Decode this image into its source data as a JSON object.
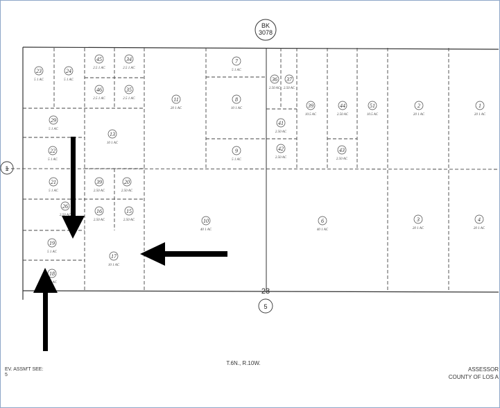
{
  "book": {
    "label": "BK",
    "number": "3078"
  },
  "section_number": "23",
  "neighbor_sections": {
    "bottom": "5",
    "left": "1"
  },
  "township_range": "T.6N., R.10W.",
  "footer_left": "EV. ASSM'T SEE:",
  "footer_left_2": "5",
  "footer_right_1": "ASSESSOR",
  "footer_right_2": "COUNTY OF LOS A",
  "colors": {
    "lines": "#333333",
    "arrows": "#000000",
    "frame": "#8da6c8"
  },
  "parcels": [
    {
      "num": "23",
      "acres": "5 1 AC"
    },
    {
      "num": "24",
      "acres": "5 1 AC"
    },
    {
      "num": "45",
      "acres": "2.5 1 AC"
    },
    {
      "num": "46",
      "acres": "2.5 1 AC"
    },
    {
      "num": "34",
      "acres": "2.5 1 AC"
    },
    {
      "num": "35",
      "acres": "2.5 1 AC"
    },
    {
      "num": "11",
      "acres": "20 1 AC"
    },
    {
      "num": "7",
      "acres": "5 1 AC"
    },
    {
      "num": "8",
      "acres": "10 1 AC"
    },
    {
      "num": "36",
      "acres": "2.50 AC"
    },
    {
      "num": "37",
      "acres": "2.50 AC"
    },
    {
      "num": "39",
      "acres": "10.5 AC"
    },
    {
      "num": "44",
      "acres": "2.50 AC"
    },
    {
      "num": "51",
      "acres": "10.5 AC"
    },
    {
      "num": "2",
      "acres": "20 1 AC"
    },
    {
      "num": "1",
      "acres": "20 1 AC"
    },
    {
      "num": "29",
      "acres": "5 1 AC"
    },
    {
      "num": "13",
      "acres": "10 1 AC"
    },
    {
      "num": "41",
      "acres": "2.50 AC"
    },
    {
      "num": "22",
      "acres": "5 1 AC"
    },
    {
      "num": "9",
      "acres": "5 1 AC"
    },
    {
      "num": "42",
      "acres": "2.50 AC"
    },
    {
      "num": "43",
      "acres": "2.50 AC"
    },
    {
      "num": "21",
      "acres": "5 1 AC"
    },
    {
      "num": "39",
      "acres": "2.50 AC"
    },
    {
      "num": "20",
      "acres": "2.50 AC"
    },
    {
      "num": "26",
      "acres": "2.50 AC"
    },
    {
      "num": "16",
      "acres": "2.50 AC"
    },
    {
      "num": "15",
      "acres": "2.50 AC"
    },
    {
      "num": "10",
      "acres": "40 1 AC"
    },
    {
      "num": "6",
      "acres": "40 1 AC"
    },
    {
      "num": "3",
      "acres": "20 1 AC"
    },
    {
      "num": "4",
      "acres": "20 1 AC"
    },
    {
      "num": "19",
      "acres": "5 1 AC"
    },
    {
      "num": "17",
      "acres": "10 1 AC"
    },
    {
      "num": "18",
      "acres": "5 1 AC"
    }
  ]
}
